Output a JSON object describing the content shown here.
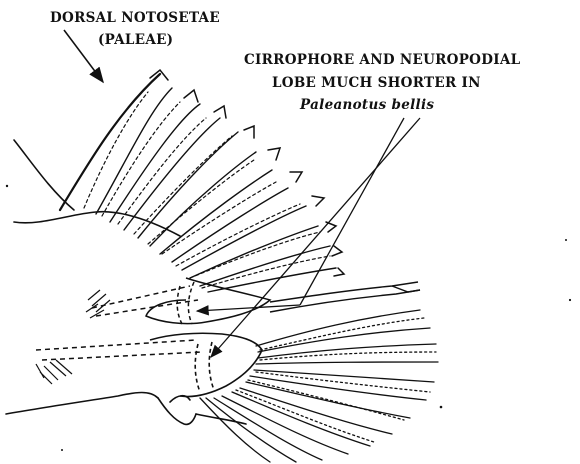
{
  "labels": {
    "paleae_line1": "DORSAL NOTOSETAE",
    "paleae_line2": "(PALEAE)",
    "cirro_line1": "CIRROPHORE AND  NEUROPODIAL",
    "cirro_line2": "LOBE MUCH SHORTER IN",
    "cirro_line3": "Paleanotus bellis"
  },
  "colors": {
    "ink": "#111111",
    "background": "#ffffff"
  }
}
